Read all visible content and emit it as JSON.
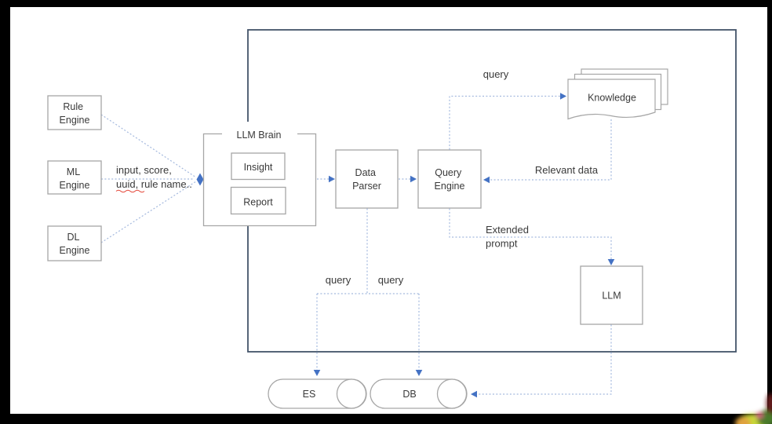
{
  "diagram": {
    "rule_engine": {
      "l1": "Rule",
      "l2": "Engine"
    },
    "ml_engine": {
      "l1": "ML",
      "l2": "Engine"
    },
    "dl_engine": {
      "l1": "DL",
      "l2": "Engine"
    },
    "input_label": {
      "l1": "input, score,",
      "l2": "uuid, rule name.."
    },
    "llm_brain": {
      "title": "LLM Brain",
      "insight": "Insight",
      "report": "Report"
    },
    "data_parser": {
      "l1": "Data",
      "l2": "Parser"
    },
    "query_engine": {
      "l1": "Query",
      "l2": "Engine"
    },
    "knowledge": {
      "label": "Knowledge"
    },
    "llm": {
      "label": "LLM"
    },
    "es": {
      "label": "ES"
    },
    "db": {
      "label": "DB"
    },
    "labels": {
      "query_knowledge": "query",
      "relevant_data": "Relevant data",
      "extended_prompt_l1": "Extended",
      "extended_prompt_l2": "prompt",
      "query_es": "query",
      "query_db": "query"
    },
    "colors": {
      "arrow_blue": "#4472c4",
      "dotted_line_blue": "#a4b9de",
      "container_border": "#44546a",
      "box_border": "#a6a6a6",
      "text": "#3a3a3a",
      "spellcheck_red": "#e34234",
      "slide_background": "#ffffff",
      "frame_background": "#000000"
    }
  }
}
